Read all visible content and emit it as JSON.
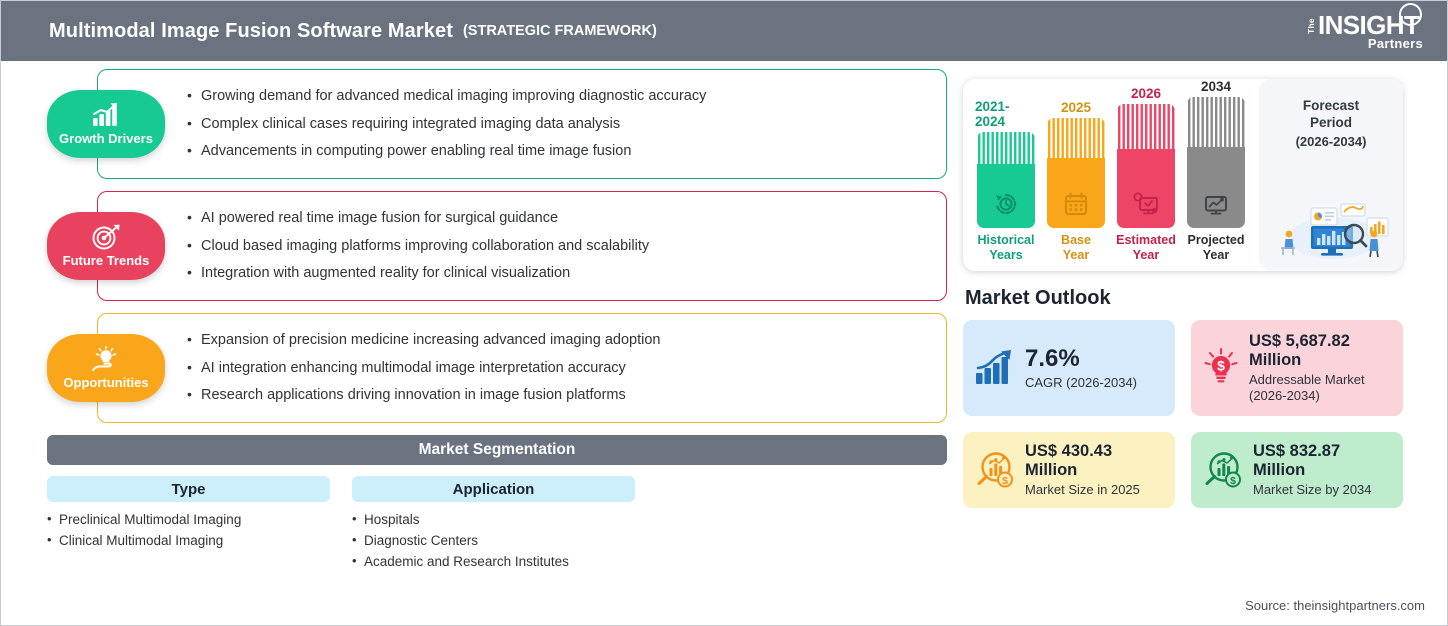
{
  "header": {
    "title": "Multimodal Image Fusion Software Market",
    "subtitle": "(STRATEGIC FRAMEWORK)",
    "logo": {
      "the": "The",
      "insight": "INSIGHT",
      "partners": "Partners"
    }
  },
  "sections": [
    {
      "label": "Growth Drivers",
      "icon": "bar-chart-arrow-icon",
      "color": "#17c993",
      "border_color": "#1aa87e",
      "bullets": [
        "Growing demand for advanced medical imaging improving diagnostic accuracy",
        "Complex clinical cases requiring integrated imaging data analysis",
        "Advancements in computing power enabling real time image fusion"
      ]
    },
    {
      "label": "Future Trends",
      "icon": "target-arrow-icon",
      "color": "#e8425e",
      "border_color": "#d4224c",
      "bullets": [
        "AI powered real time image fusion for surgical guidance",
        "Cloud based imaging platforms improving collaboration and scalability",
        "Integration with augmented reality for clinical visualization"
      ]
    },
    {
      "label": "Opportunities",
      "icon": "lightbulb-hand-icon",
      "color": "#f9a61a",
      "border_color": "#f0b429",
      "bullets": [
        "Expansion of precision medicine increasing advanced imaging adoption",
        "AI integration enhancing multimodal image interpretation accuracy",
        "Research applications driving innovation in image fusion platforms"
      ]
    }
  ],
  "segmentation": {
    "title": "Market Segmentation",
    "columns": [
      {
        "header": "Type",
        "items": [
          "Preclinical Multimodal Imaging",
          "Clinical Multimodal Imaging"
        ]
      },
      {
        "header": "Application",
        "items": [
          "Hospitals",
          "Diagnostic Centers",
          "Academic and Research Institutes"
        ]
      }
    ]
  },
  "timeline": {
    "bars": [
      {
        "year": "2021-2024",
        "label_line1": "Historical",
        "label_line2": "Years",
        "color": "#17c993",
        "icon": "history-clock-icon",
        "height": 96
      },
      {
        "year": "2025",
        "label_line1": "Base",
        "label_line2": "Year",
        "color": "#f9a61a",
        "icon": "calendar-icon",
        "height": 110
      },
      {
        "year": "2026",
        "label_line1": "Estimated",
        "label_line2": "Year",
        "color": "#ee4466",
        "icon": "monitor-gear-icon",
        "height": 124
      },
      {
        "year": "2034",
        "label_line1": "Projected",
        "label_line2": "Year",
        "color": "#8a8a8a",
        "icon": "monitor-chart-icon",
        "height": 140
      }
    ],
    "forecast": {
      "title_line1": "Forecast",
      "title_line2": "Period",
      "range": "(2026-2034)",
      "illustration": "analytics-dashboard-illustration"
    }
  },
  "outlook": {
    "title": "Market Outlook",
    "cards": [
      {
        "value": "7.6%",
        "description": "CAGR (2026-2034)",
        "bg": "#d6eafb",
        "icon": "growth-bar-chart-icon",
        "icon_color": "#1f6fb8",
        "size": "tall",
        "value_class": ""
      },
      {
        "value": "US$ 5,687.82\nMillion",
        "value_line1": "US$ 5,687.82",
        "value_line2": "Million",
        "description": "Addressable Market\n(2026-2034)",
        "desc_line1": "Addressable Market",
        "desc_line2": "(2026-2034)",
        "bg": "#fbd3da",
        "icon": "lightbulb-dollar-icon",
        "icon_color": "#ef2f4e",
        "size": "tall",
        "value_class": "sm"
      },
      {
        "value_line1": "US$ 430.43",
        "value_line2": "Million",
        "description": "Market Size in 2025",
        "bg": "#fcf2c1",
        "icon": "magnifier-chart-dollar-icon",
        "icon_color": "#f59019",
        "size": "short",
        "value_class": "sm"
      },
      {
        "value_line1": "US$ 832.87",
        "value_line2": "Million",
        "description": "Market Size by 2034",
        "bg": "#bfeccd",
        "icon": "magnifier-chart-dollar-icon",
        "icon_color": "#12874a",
        "size": "short",
        "value_class": "sm"
      }
    ]
  },
  "source": "Source: theinsightpartners.com"
}
